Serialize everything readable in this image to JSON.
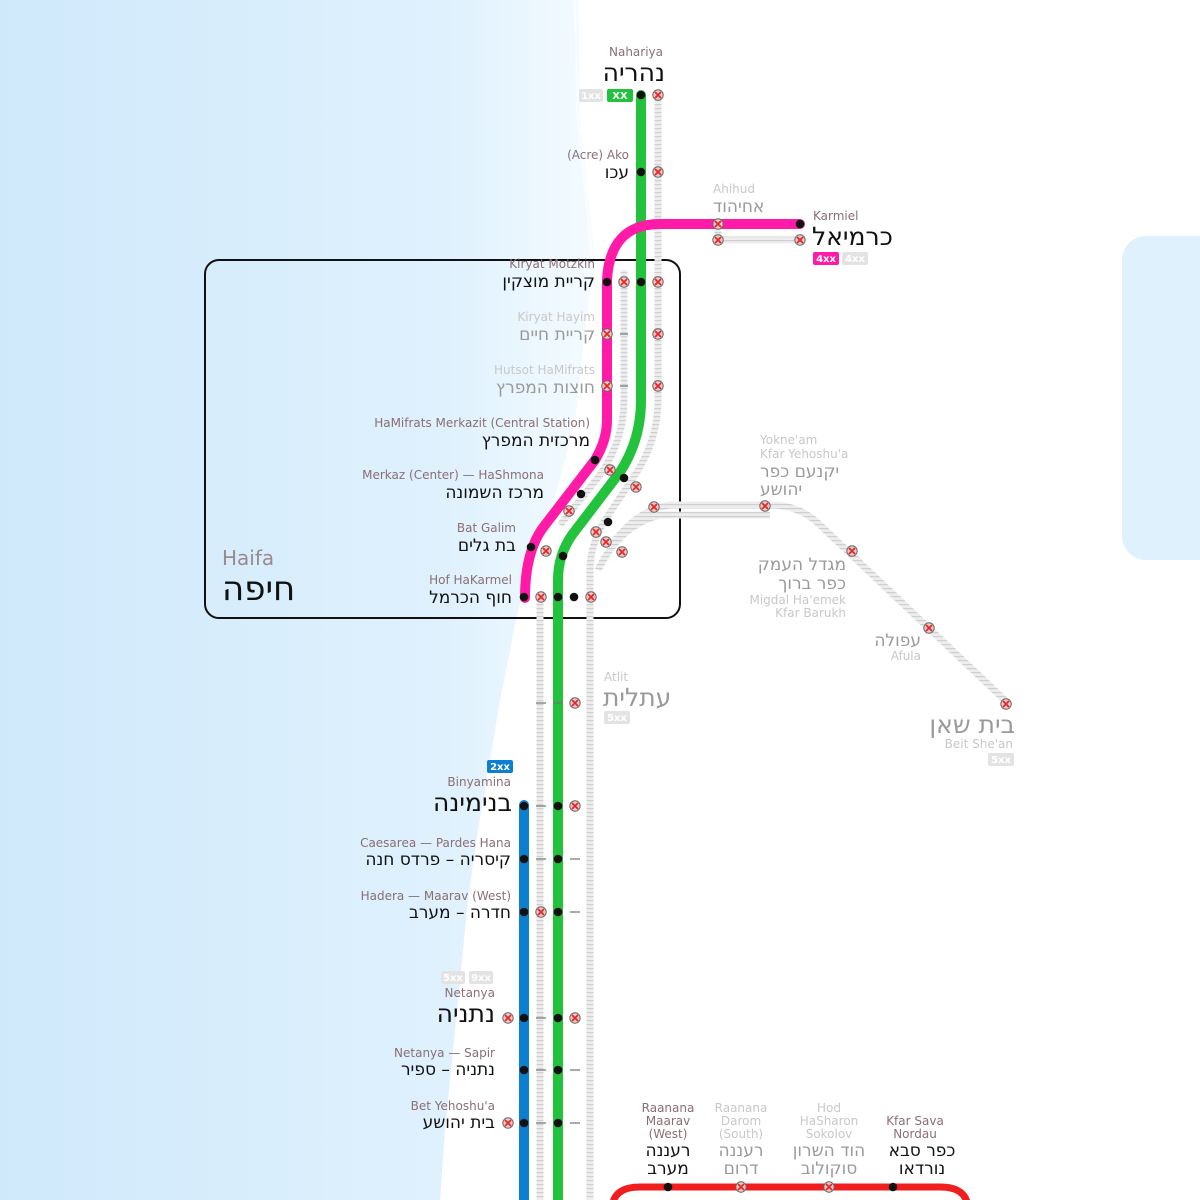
{
  "colors": {
    "line_green": "#22c23c",
    "line_magenta": "#ff1aa8",
    "line_blue": "#0d7fd1",
    "line_red": "#f01e1e",
    "line_gray": "#d5d5d5",
    "stop_black": "#111111",
    "stop_closed": "#e53030",
    "sea": "#d8effc"
  },
  "region": {
    "label_latin": "Haifa",
    "label_hebrew": "חיפה"
  },
  "stations": {
    "nahariya": {
      "latin": "Nahariya",
      "hebrew": "נהריה"
    },
    "ako": {
      "latin": "(Acre) Ako",
      "hebrew": "עכו"
    },
    "ahihud": {
      "latin": "Ahihud",
      "hebrew": "אחיהוד"
    },
    "karmiel": {
      "latin": "Karmiel",
      "hebrew": "כרמיאל"
    },
    "kiryat_motzkin": {
      "latin": "Kiryat Motzkin",
      "hebrew": "קריית מוצקין"
    },
    "kiryat_hayim": {
      "latin": "Kiryat Hayim",
      "hebrew": "קריית חיים"
    },
    "hutsot_hamifrats": {
      "latin": "Hutsot HaMifrats",
      "hebrew": "חוצות המפרץ"
    },
    "hamifrats_merkazit": {
      "latin": "HaMifrats Merkazit (Central Station)",
      "hebrew": "מרכזית המפרץ"
    },
    "merkaz_hashmona": {
      "latin": "Merkaz (Center) — HaShmona",
      "hebrew": "מרכז השמונה"
    },
    "bat_galim": {
      "latin": "Bat Galim",
      "hebrew": "בת גלים"
    },
    "hof_hakarmel": {
      "latin": "Hof HaKarmel",
      "hebrew": "חוף הכרמל"
    },
    "yokneam_l1": {
      "latin": "Yokne'am",
      "hebrew": "יקנעם כפר"
    },
    "yokneam_l2": {
      "latin": "Kfar Yehoshu'a",
      "hebrew": "יהושע"
    },
    "migdal_haemek_h1": {
      "hebrew": "מגדל העמק"
    },
    "migdal_haemek_h2": {
      "hebrew": "כפר ברוך"
    },
    "migdal_haemek_l1": {
      "latin": "Migdal Ha'emek"
    },
    "migdal_haemek_l2": {
      "latin": "Kfar Barukh"
    },
    "afula": {
      "latin": "Afula",
      "hebrew": "עפולה"
    },
    "beit_shean": {
      "latin": "Beit She'an",
      "hebrew": "בית שאן"
    },
    "atlit": {
      "latin": "Atlit",
      "hebrew": "עתלית"
    },
    "binyamina": {
      "latin": "Binyamina",
      "hebrew": "בנימינה"
    },
    "caesarea": {
      "latin": "Caesarea — Pardes Hana",
      "hebrew": "קיסריה – פרדס חנה"
    },
    "hadera": {
      "latin": "Hadera — Maarav (West)",
      "hebrew": "חדרה – מערב"
    },
    "netanya": {
      "latin": "Netanya",
      "hebrew": "נתניה"
    },
    "netanya_sapir": {
      "latin": "Netanya — Sapir",
      "hebrew": "נתניה – ספיר"
    },
    "bet_yehoshua": {
      "latin": "Bet Yehoshu'a",
      "hebrew": "בית יהושע"
    },
    "raanana_maarav_l1": {
      "latin": "Raanana"
    },
    "raanana_maarav_l2": {
      "latin": "Maarav"
    },
    "raanana_maarav_l3": {
      "latin": "(West)"
    },
    "raanana_maarav_h1": {
      "hebrew": "רעננה"
    },
    "raanana_maarav_h2": {
      "hebrew": "מערב"
    },
    "raanana_darom_l1": {
      "latin": "Raanana"
    },
    "raanana_darom_l2": {
      "latin": "Darom"
    },
    "raanana_darom_l3": {
      "latin": "(South)"
    },
    "raanana_darom_h1": {
      "hebrew": "רעננה"
    },
    "raanana_darom_h2": {
      "hebrew": "דרום"
    },
    "hod_hasharon_l1": {
      "latin": "Hod"
    },
    "hod_hasharon_l2": {
      "latin": "HaSharon"
    },
    "hod_hasharon_l3": {
      "latin": "Sokolov"
    },
    "hod_hasharon_h1": {
      "hebrew": "הוד השרון"
    },
    "hod_hasharon_h2": {
      "hebrew": "סוקולוב"
    },
    "kfar_sava_l1": {
      "latin": "Kfar Sava"
    },
    "kfar_sava_l2": {
      "latin": "Nordau"
    },
    "kfar_sava_h1": {
      "hebrew": "כפר סבא"
    },
    "kfar_sava_h2": {
      "hebrew": "נורדאו"
    }
  },
  "badges": {
    "nahariya_1": "1xx",
    "nahariya_2": "XX",
    "karmiel_1": "4xx",
    "karmiel_2": "4xx",
    "atlit": "5xx",
    "beit_shean": "5xx",
    "binyamina": "2xx",
    "netanya_1": "5xx",
    "netanya_2": "9xx"
  }
}
